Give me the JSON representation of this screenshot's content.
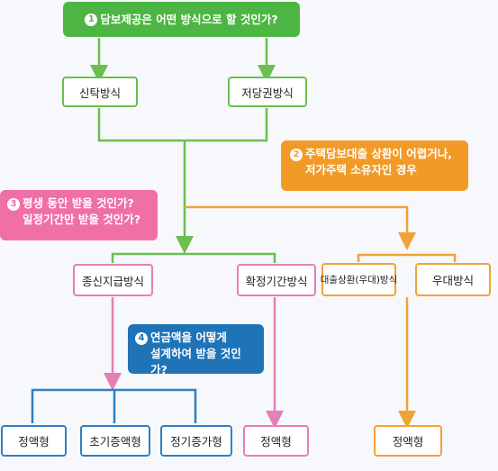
{
  "q1": {
    "num": "1",
    "text": "담보제공은 어떤 방식으로 할 것인가?"
  },
  "q2": {
    "num": "2",
    "line1": "주택담보대출 상환이 어렵거나,",
    "line2": "저가주택 소유자인 경우"
  },
  "q3": {
    "num": "3",
    "line1": "평생 동안 받을 것인가?",
    "line2": "일정기간만 받을 것인가?"
  },
  "q4": {
    "num": "4",
    "line1": "연금액을 어떻게",
    "line2": "설계하여 받을 것인가?"
  },
  "boxes": {
    "trust": "신탁방식",
    "mortgage": "저당권방식",
    "lifetime": "종신지급방식",
    "fixed_period": "확정기간방식",
    "loan_repay": "대출상환(우대)방식",
    "preferential": "우대방식",
    "fixed_amount_1": "정액형",
    "initial_increase": "초기증액형",
    "periodic_increase": "정기증가형",
    "fixed_amount_2": "정액형",
    "fixed_amount_3": "정액형"
  },
  "colors": {
    "green": "#4db543",
    "orange": "#f29a27",
    "pink": "#ef6fa6",
    "blue": "#1f73b7"
  }
}
